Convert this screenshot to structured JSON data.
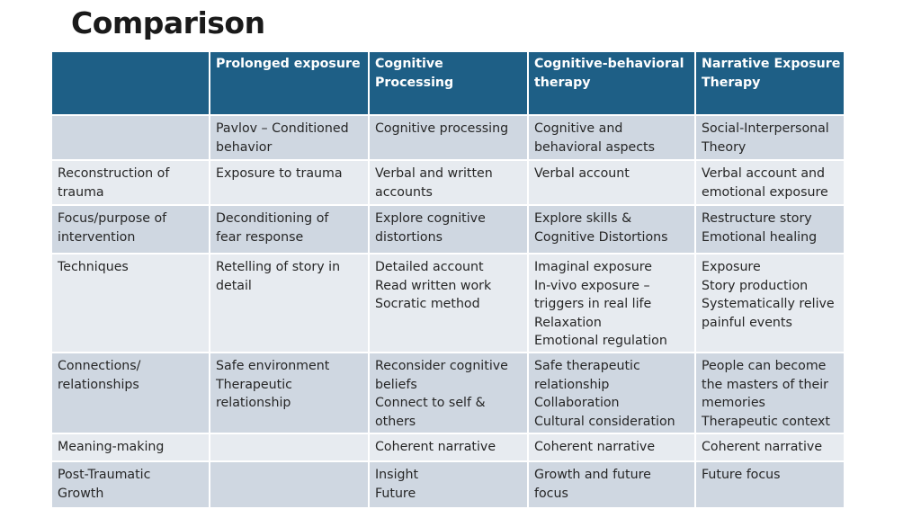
{
  "slide": {
    "title": "Comparison"
  },
  "table": {
    "headers": [
      "",
      "Prolonged exposure",
      "Cognitive Processing",
      "Cognitive-behavioral therapy",
      "Narrative Exposure Therapy"
    ],
    "rows": [
      {
        "label": "",
        "cells": [
          "Pavlov – Conditioned behavior",
          "Cognitive processing",
          "Cognitive and behavioral aspects",
          "Social-Interpersonal Theory"
        ]
      },
      {
        "label": "Reconstruction of trauma",
        "cells": [
          "Exposure to trauma",
          "Verbal and written accounts",
          "Verbal account",
          "Verbal account and emotional exposure"
        ]
      },
      {
        "label": "Focus/purpose of intervention",
        "cells": [
          "Deconditioning of fear response",
          "Explore cognitive distortions",
          "Explore skills & Cognitive Distortions",
          "Restructure story Emotional healing"
        ]
      },
      {
        "label": "Techniques",
        "cells": [
          "Retelling of story in detail",
          "Detailed account Read written work Socratic method",
          "Imaginal exposure In-vivo exposure – triggers in real life Relaxation Emotional regulation",
          "Exposure Story production Systematically relive painful events"
        ]
      },
      {
        "label": "Connections/ relationships",
        "cells": [
          "Safe environment Therapeutic relationship",
          "Reconsider cognitive beliefs Connect to self & others",
          "Safe therapeutic relationship Collaboration Cultural consideration",
          "People can become the masters of their memories Therapeutic context"
        ]
      },
      {
        "label": "Meaning-making",
        "cells": [
          "",
          "Coherent narrative",
          "Coherent narrative",
          "Coherent narrative"
        ]
      },
      {
        "label": "Post-Traumatic Growth",
        "cells": [
          "",
          "Insight Future",
          "Growth and future focus",
          "Future focus"
        ]
      }
    ]
  }
}
